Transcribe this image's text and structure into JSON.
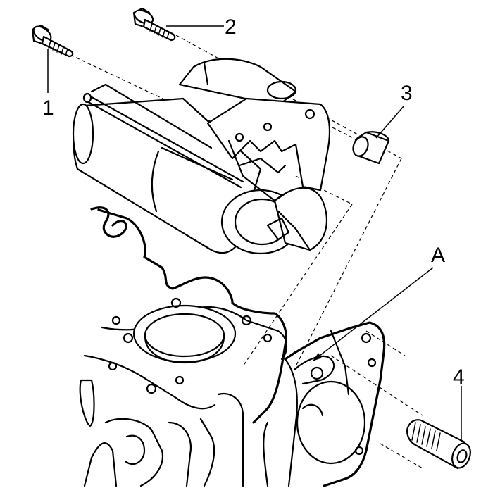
{
  "callouts": {
    "bolt_1": "1",
    "bolt_2": "2",
    "bushing_3": "3",
    "stud_4": "4",
    "detail_a": "A"
  }
}
